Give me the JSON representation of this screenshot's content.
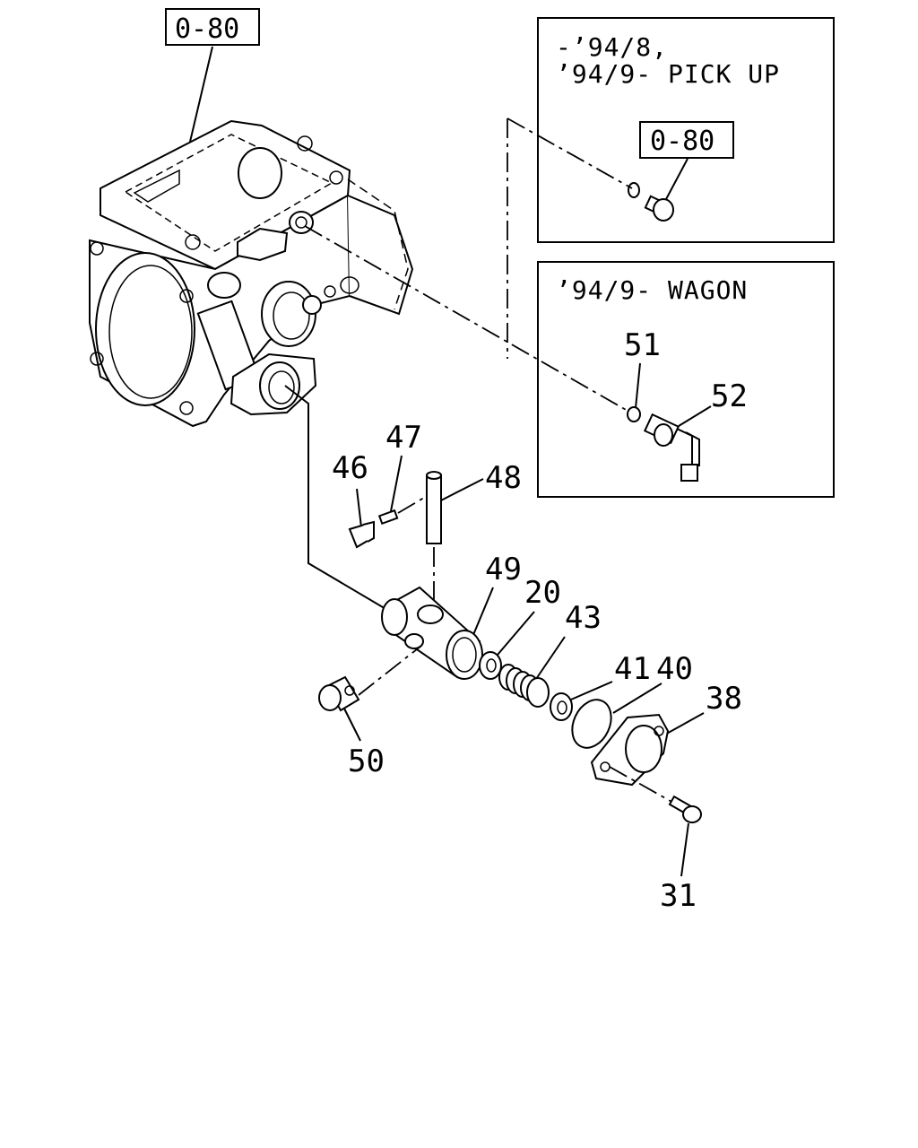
{
  "diagram": {
    "reference_main": "0-80",
    "inset_pickup": {
      "line1": "-’94/8,",
      "line2": "’94/9- PICK UP",
      "reference": "0-80"
    },
    "inset_wagon": {
      "title": "’94/9- WAGON",
      "labels": [
        "51",
        "52"
      ]
    },
    "part_labels": {
      "p46": "46",
      "p47": "47",
      "p48": "48",
      "p49": "49",
      "p20": "20",
      "p43": "43",
      "p41": "41",
      "p40": "40",
      "p38": "38",
      "p50": "50",
      "p31": "31"
    }
  }
}
